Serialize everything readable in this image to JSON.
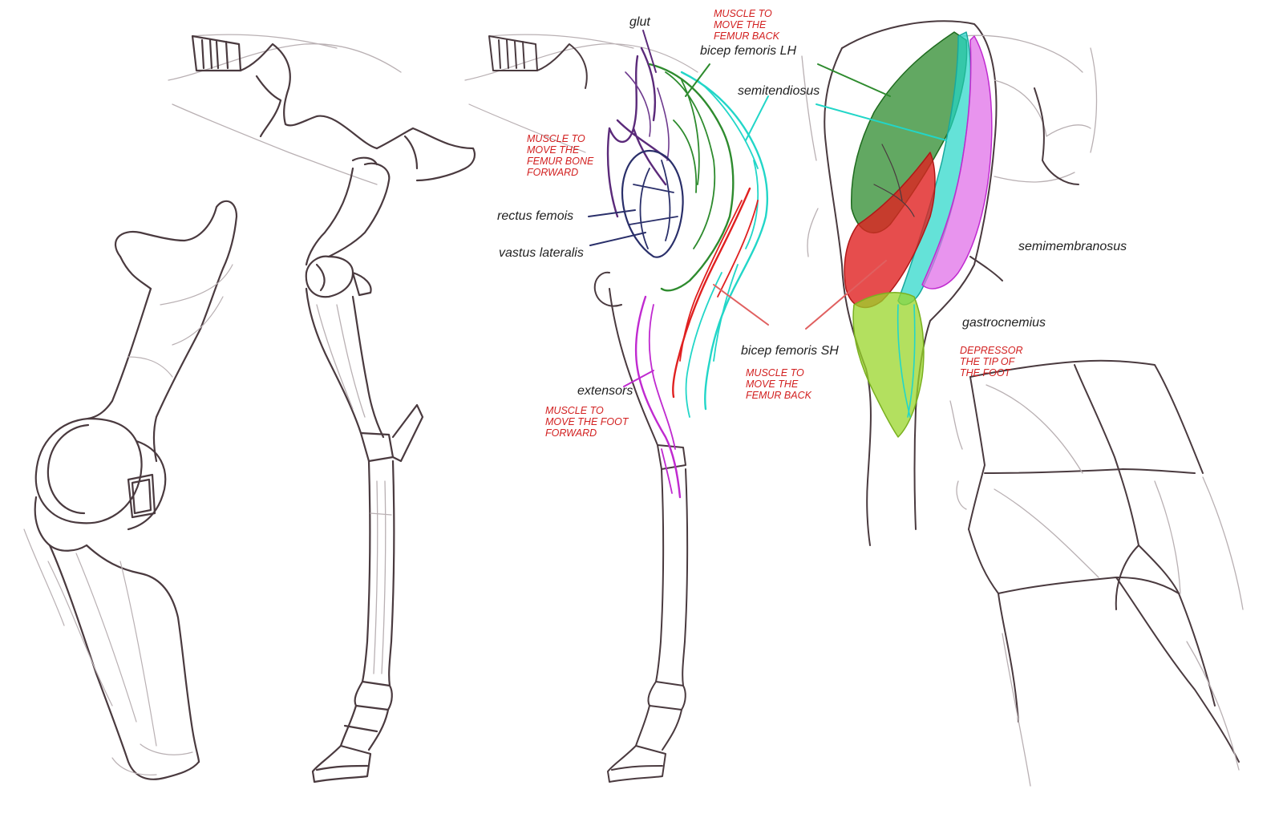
{
  "colors": {
    "sketch": "#4a3a3f",
    "sketch_light": "#b9b0b3",
    "glut": "#5b2a7a",
    "bicep_lh": "#2e8b2e",
    "semitendinosus": "#22d6c8",
    "rectus": "#2a2f6a",
    "bicep_sh": "#e02020",
    "extensors": "#c02ad0",
    "semimembranosus": "#d23ad8",
    "gastrocnemius": "#9ad62a",
    "label_text": "#222222",
    "note_text": "#d22020"
  },
  "labels": {
    "glut": "glut",
    "bicep_femoris_lh": "bicep femoris LH",
    "semitendiosus": "semitendiosus",
    "rectus_femois": "rectus femois",
    "vastus_lateralis": "vastus lateralis",
    "bicep_femoris_sh": "bicep femoris SH",
    "extensors": "extensors",
    "semimembranosus": "semimembranosus",
    "gastrocnemius": "gastrocnemius"
  },
  "notes": {
    "femur_back_top": "MUSCLE TO\nMOVE THE\nFEMUR BACK",
    "femur_forward": "MUSCLE TO\nMOVE THE\nFEMUR BONE\nFORWARD",
    "femur_back_bottom": "MUSCLE TO\nMOVE THE\nFEMUR BACK",
    "foot_forward": "MUSCLE TO\nMOVE THE FOOT\nFORWARD",
    "depressor": "DEPRESSOR\nTHE TIP OF\nTHE FOOT"
  }
}
